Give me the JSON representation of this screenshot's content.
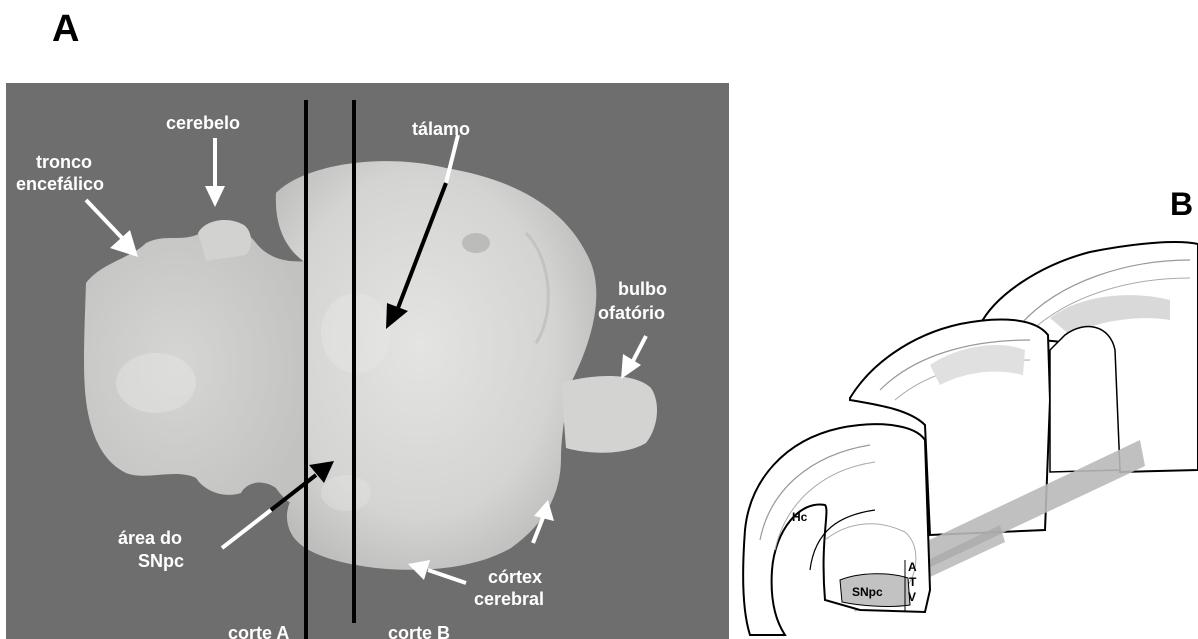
{
  "panel_a": {
    "letter": "A",
    "labels": {
      "cerebelo": "cerebelo",
      "talamo": "tálamo",
      "tronco_1": "tronco",
      "tronco_2": "encefálico",
      "bulbo_1": "bulbo",
      "bulbo_2": "ofatório",
      "snpc_1": "área do",
      "snpc_2": "SNpc",
      "cortex_1": "córtex",
      "cortex_2": "cerebral",
      "corte_a": "corte A",
      "corte_b": "corte B"
    },
    "colors": {
      "background": "#6e6e6e",
      "tissue": "#d9d9d7",
      "arrow_white": "#ffffff",
      "arrow_black": "#000000"
    }
  },
  "panel_b": {
    "letter": "B",
    "labels": {
      "hc": "Hc",
      "snpc": "SNpc",
      "atv_1": "A",
      "atv_2": "T",
      "atv_3": "V"
    },
    "colors": {
      "line": "#000000",
      "shade": "#bdbdbd",
      "fill": "#ffffff"
    }
  }
}
